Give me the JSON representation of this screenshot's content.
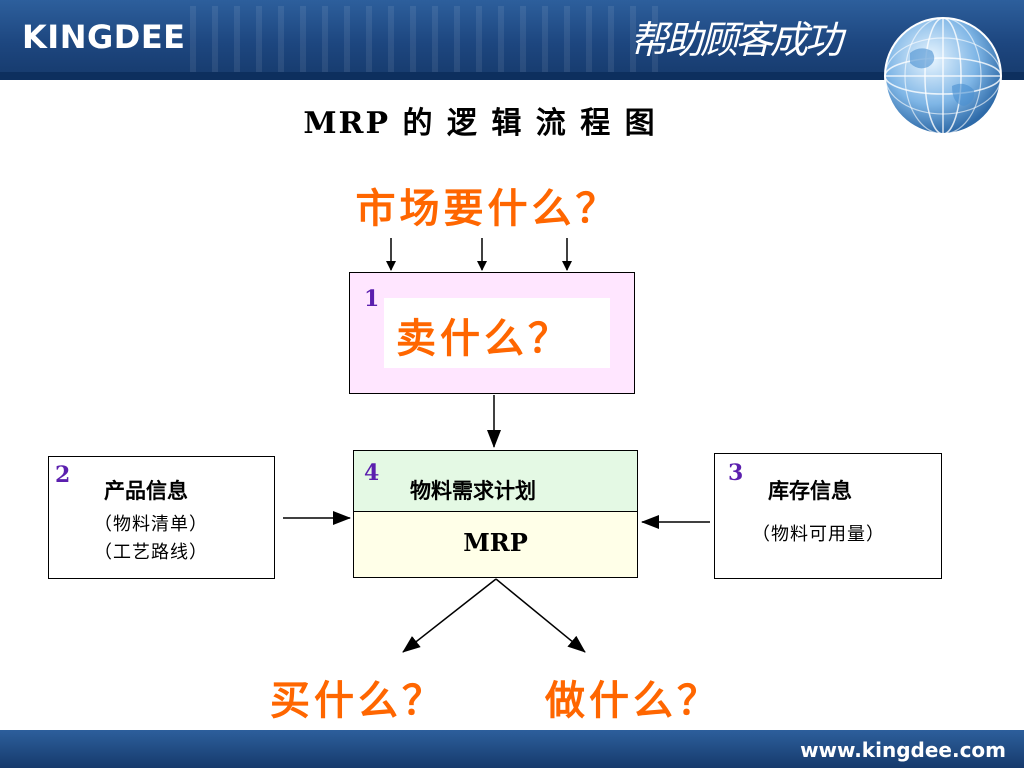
{
  "header": {
    "brand": "KINGDEE",
    "slogan": "帮助顾客成功",
    "colors": {
      "bar": "#1d467f",
      "accent": "#ff6600"
    }
  },
  "title": "MRP 的 逻 辑 流 程 图",
  "questions": {
    "market": "市场要什么？",
    "sell": "卖什么？",
    "buy": "买什么？",
    "make": "做什么？"
  },
  "nodes": {
    "box1": {
      "number": "1"
    },
    "box2": {
      "number": "2",
      "label": "产品信息",
      "sub1": "（物料清单）",
      "sub2": "（工艺路线）"
    },
    "box3": {
      "number": "3",
      "label": "库存信息",
      "sub1": "（物料可用量）"
    },
    "box4": {
      "number": "4",
      "label": "物料需求计划",
      "sub": "MRP"
    }
  },
  "footer": {
    "url": "www.kingdee.com"
  }
}
